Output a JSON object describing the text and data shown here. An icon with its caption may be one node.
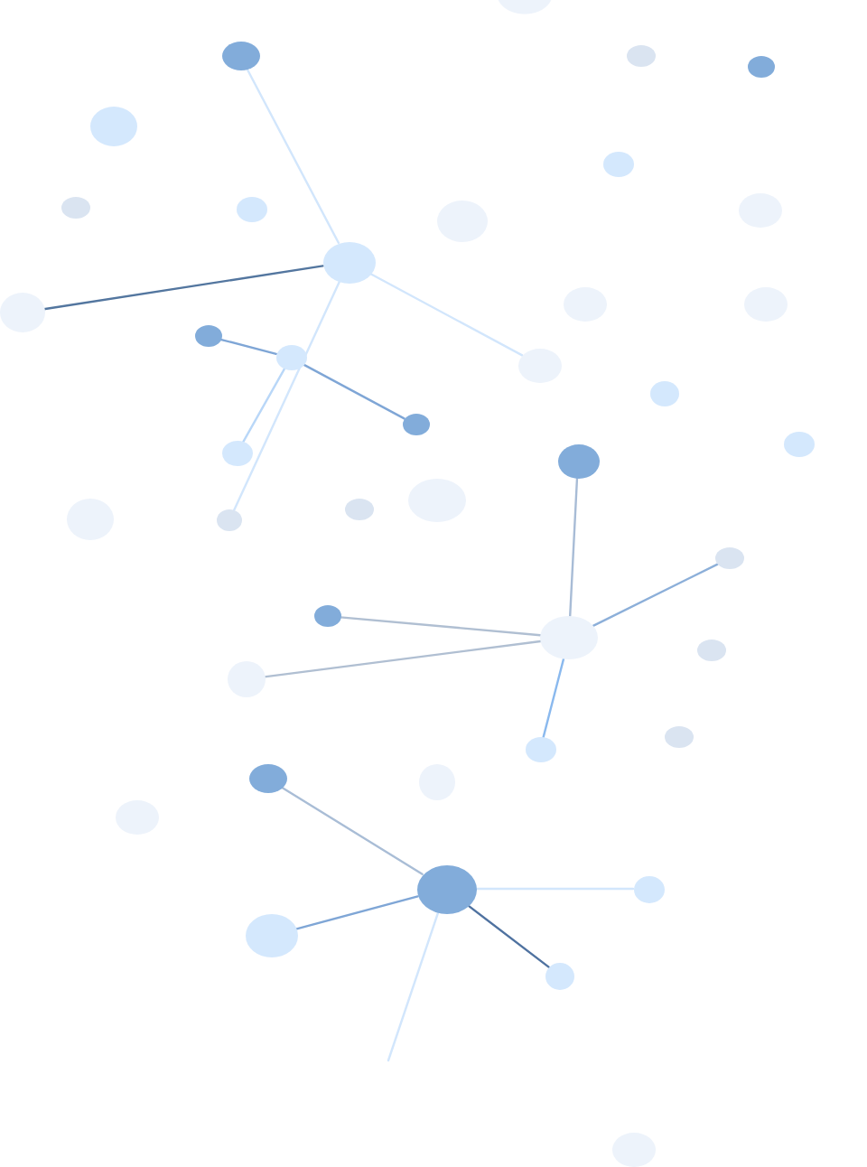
{
  "diagram": {
    "nodes": [
      {
        "text": [],
        "shape": "circle"
      },
      {
        "text": [],
        "shape": "circle"
      },
      {
        "text": [],
        "shape": "circle"
      },
      {
        "text": [],
        "shape": "circle"
      },
      {
        "text": [],
        "shape": "circle"
      },
      {
        "text": [],
        "shape": "circle"
      },
      {
        "text": [],
        "shape": "circle"
      },
      {
        "text": [],
        "shape": "circle"
      },
      {
        "text": [],
        "shape": "circle"
      },
      {
        "text": [],
        "shape": "circle"
      },
      {
        "text": [],
        "shape": "circle"
      },
      {
        "text": [],
        "shape": "circle"
      },
      {
        "text": [],
        "shape": "circle"
      },
      {
        "text": [],
        "shape": "circle"
      },
      {
        "text": [],
        "shape": "circle"
      },
      {
        "text": [],
        "shape": "circle"
      },
      {
        "text": [],
        "shape": "circle"
      },
      {
        "text": [],
        "shape": "circle"
      },
      {
        "text": [],
        "shape": "circle"
      },
      {
        "text": [],
        "shape": "circle"
      },
      {
        "text": [],
        "shape": "circle"
      },
      {
        "text": [],
        "shape": "circle"
      },
      {
        "text": [],
        "shape": "circle"
      },
      {
        "text": [],
        "shape": "circle"
      },
      {
        "text": [],
        "shape": "circle"
      },
      {
        "text": [],
        "shape": "circle"
      },
      {
        "text": [],
        "shape": "circle"
      },
      {
        "text": [],
        "shape": "circle"
      },
      {
        "text": [],
        "shape": "circle"
      },
      {
        "text": [],
        "shape": "circle"
      },
      {
        "text": [],
        "shape": "circle"
      },
      {
        "text": [],
        "shape": "circle"
      },
      {
        "text": [],
        "shape": "circle"
      },
      {
        "text": [],
        "shape": "circle"
      },
      {
        "text": [],
        "shape": "circle"
      },
      {
        "text": [],
        "shape": "circle"
      },
      {
        "text": [],
        "shape": "circle"
      },
      {
        "text": [],
        "shape": "circle"
      },
      {
        "text": [],
        "shape": "circle"
      },
      {
        "text": [],
        "shape": "circle"
      },
      {
        "text": [],
        "shape": "circle"
      }
    ],
    "edges": [
      {
        "from": 1,
        "to": 10,
        "arrow": "none"
      },
      {
        "from": 10,
        "to": 13,
        "arrow": "none",
        "color": "#53769f"
      },
      {
        "from": 10,
        "to": 16,
        "arrow": "none"
      },
      {
        "from": 10,
        "to": 25,
        "arrow": "none"
      },
      {
        "from": 14,
        "to": 15,
        "arrow": "none",
        "color": "#7fa6d6"
      },
      {
        "from": 15,
        "to": 18,
        "arrow": "none",
        "color": "#7fa6d6"
      },
      {
        "from": 15,
        "to": 20,
        "arrow": "none",
        "color": "#b9d7f8"
      },
      {
        "from": 21,
        "to": 28,
        "arrow": "none",
        "color": "#a8bcd6"
      },
      {
        "from": 28,
        "to": 26,
        "arrow": "none",
        "color": "#8cafd9"
      },
      {
        "from": 27,
        "to": 28,
        "arrow": "none",
        "color": "#b0bfd2"
      },
      {
        "from": 30,
        "to": 28,
        "arrow": "none",
        "color": "#b0bfd2"
      },
      {
        "from": 28,
        "to": 32,
        "arrow": "none",
        "color": "#8ab9ee"
      },
      {
        "from": 33,
        "to": 36,
        "arrow": "none",
        "color": "#a9bdd6"
      },
      {
        "from": 38,
        "to": 36,
        "arrow": "none",
        "color": "#7fa6d6"
      },
      {
        "from": 36,
        "to": 37,
        "arrow": "none"
      },
      {
        "from": 36,
        "to": 39,
        "arrow": "none",
        "color": "#4f72a0"
      },
      {
        "from": 36,
        "to": null,
        "arrow": "none"
      }
    ]
  }
}
